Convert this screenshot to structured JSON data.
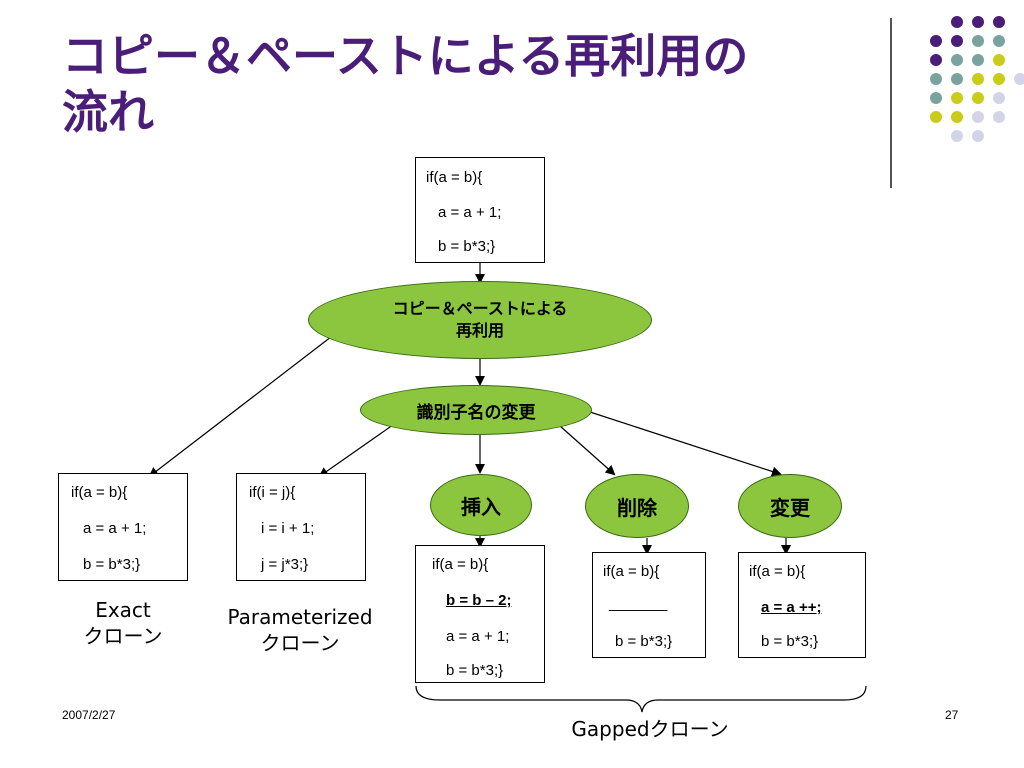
{
  "slide": {
    "title_line1": "コピー＆ペーストによる再利用の",
    "title_line2": "流れ",
    "date": "2007/2/27",
    "page_number": "27"
  },
  "decoration": {
    "dot_colors": {
      "purple": "#4a1d79",
      "teal": "#7aa3a0",
      "yellow": "#c9cc18",
      "lavender": "#d4d4e8"
    }
  },
  "original_code": [
    "if(a = b){",
    "a = a + 1;",
    "b = b*3;}"
  ],
  "nodes": {
    "copy_paste": [
      "コピー＆ペーストによる",
      "再利用"
    ],
    "rename": "識別子名の変更",
    "insert": "挿入",
    "delete": "削除",
    "modify": "変更"
  },
  "clones": {
    "exact": {
      "code": [
        "if(a = b){",
        "a = a + 1;",
        "b = b*3;}"
      ],
      "label_line1": "Exact",
      "label_line2": "クローン"
    },
    "parameterized": {
      "code": [
        "if(i = j){",
        "i = i + 1;",
        "j = j*3;}"
      ],
      "label_line1": "Parameterized",
      "label_line2": "クローン"
    },
    "insert": {
      "code": [
        "if(a = b){",
        "b = b – 2;",
        "a = a + 1;",
        "b = b*3;}"
      ]
    },
    "delete": {
      "code": [
        "if(a = b){",
        "_______",
        "b = b*3;}"
      ]
    },
    "modify": {
      "code": [
        "if(a = b){",
        "a = a ++;",
        "b = b*3;}"
      ]
    },
    "gapped_label": "Gappedクローン"
  }
}
